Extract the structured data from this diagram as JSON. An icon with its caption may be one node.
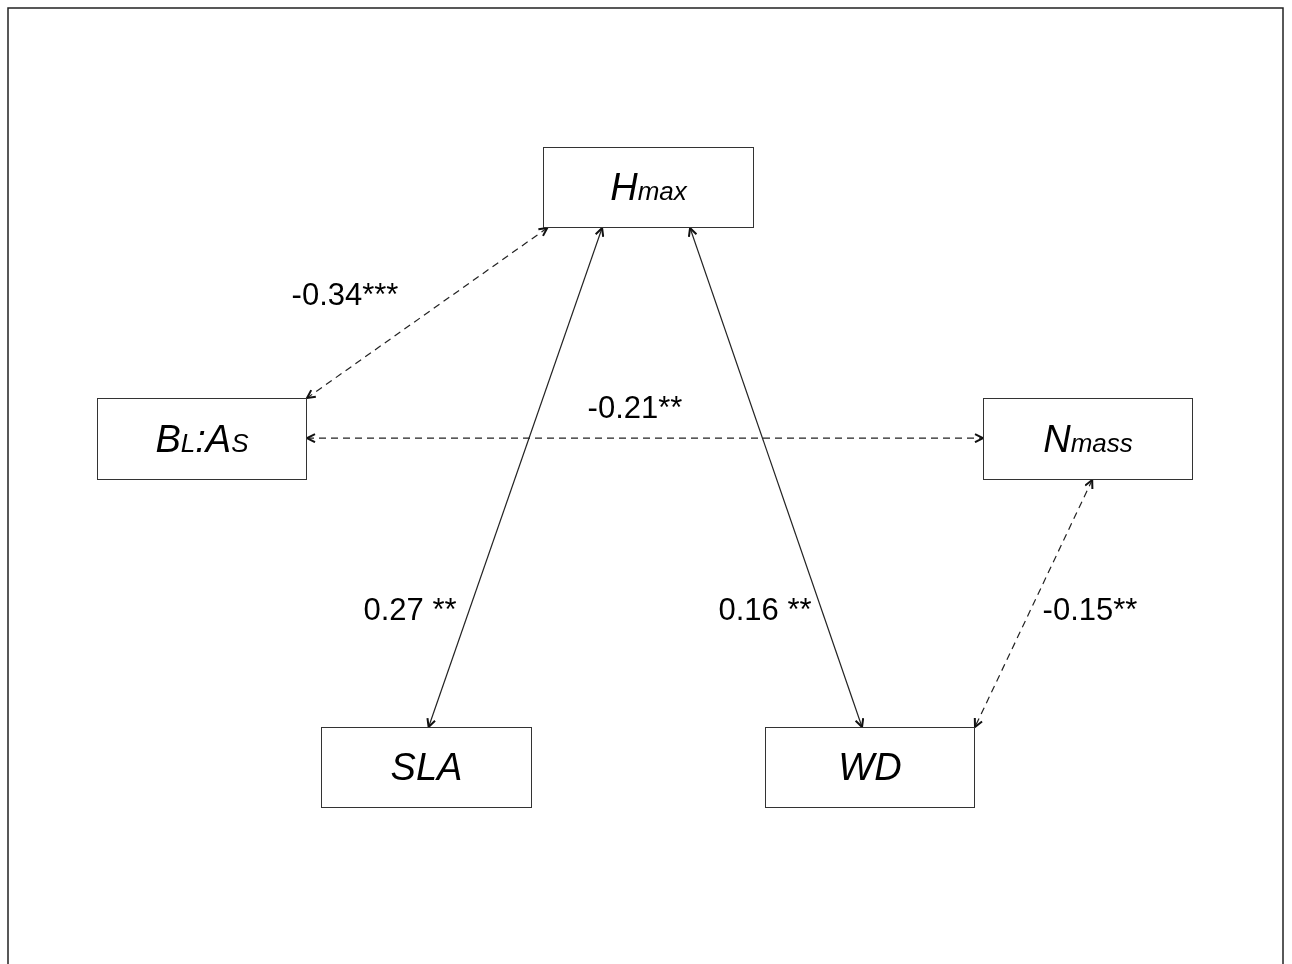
{
  "diagram": {
    "nodes": [
      {
        "text": [
          "H$_{max}$"
        ]
      },
      {
        "text": [
          "B$_{L}$:A$_{S}$"
        ]
      },
      {
        "text": [
          "N$_{mass}$"
        ]
      },
      {
        "text": [
          "SLA"
        ]
      },
      {
        "text": [
          "WD"
        ]
      }
    ],
    "edges": [
      {
        "from": 0,
        "to": 1,
        "arrow": "both",
        "style": "dashed",
        "label": "-0.34***"
      },
      {
        "from": 1,
        "to": 2,
        "arrow": "both",
        "style": "dashed",
        "label": "-0.21**"
      },
      {
        "from": 0,
        "to": 3,
        "arrow": "both",
        "label": "0.27 **"
      },
      {
        "from": 0,
        "to": 4,
        "arrow": "both",
        "label": "0.16 **"
      },
      {
        "from": 2,
        "to": 4,
        "arrow": "both",
        "style": "dashed",
        "label": "-0.15**"
      }
    ]
  }
}
